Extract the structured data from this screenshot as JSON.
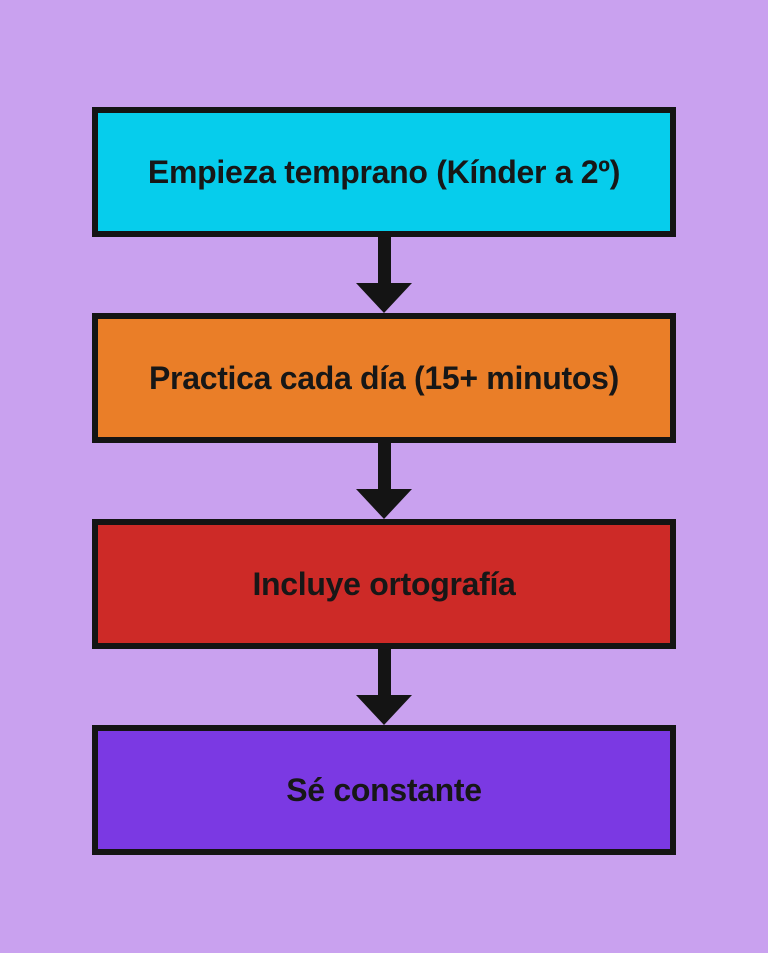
{
  "diagram": {
    "type": "flowchart",
    "direction": "top-down",
    "background_color": "#c9a1ef",
    "line_color": "#141414",
    "text_color": "#171717",
    "steps": [
      {
        "label": "Empieza temprano (Kínder a 2º)",
        "fill": "#06cdec"
      },
      {
        "label": "Practica cada día (15+ minutos)",
        "fill": "#ea7e28"
      },
      {
        "label": "Incluye ortografía",
        "fill": "#cd2a27"
      },
      {
        "label": "Sé constante",
        "fill": "#7b39e3"
      }
    ],
    "connectors": [
      {
        "from": 0,
        "to": 1,
        "type": "arrow-down"
      },
      {
        "from": 1,
        "to": 2,
        "type": "arrow-down"
      },
      {
        "from": 2,
        "to": 3,
        "type": "arrow-down"
      }
    ]
  }
}
